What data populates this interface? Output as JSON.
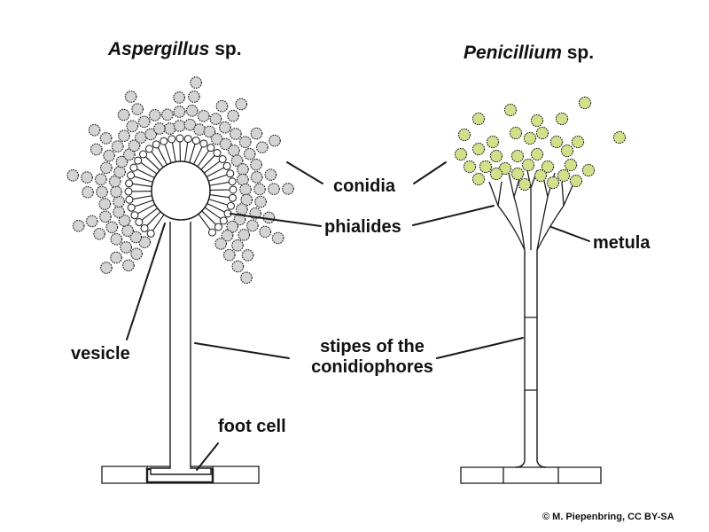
{
  "titles": {
    "aspergillus_genus": "Aspergillus",
    "aspergillus_suffix": " sp.",
    "penicillium_genus": "Penicillium",
    "penicillium_suffix": " sp."
  },
  "labels": {
    "conidia": "conidia",
    "phialides": "phialides",
    "metula": "metula",
    "vesicle": "vesicle",
    "stipes_line1": "stipes of the",
    "stipes_line2": "conidiophores",
    "foot_cell": "foot cell"
  },
  "credit": "© M. Piepenbring, CC BY-SA",
  "colors": {
    "outline": "#1a1a1a",
    "aspergillus_conidia_fill": "#d4d4d4",
    "penicillium_conidia_fill": "#d3e08a",
    "background": "#ffffff"
  }
}
